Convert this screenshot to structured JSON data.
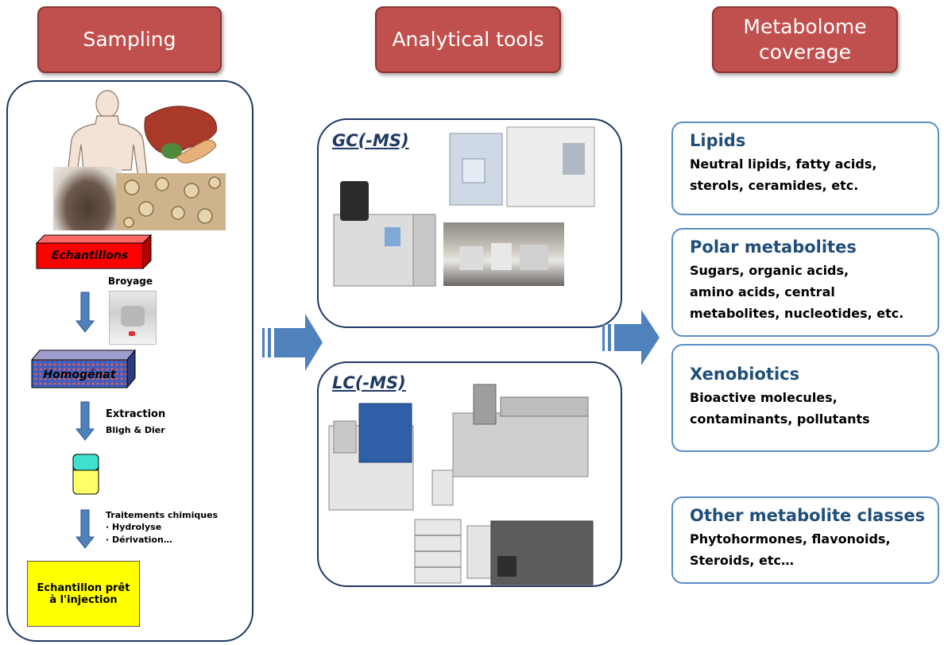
{
  "headers": {
    "sampling": "Sampling",
    "analytical": "Analytical tools",
    "metabolome_line1": "Metabolome",
    "metabolome_line2": "coverage"
  },
  "sampling": {
    "echantillons": "Echantillons",
    "broyage": "Broyage",
    "homogenat": "Homogénat",
    "extraction": "Extraction",
    "bligh": "Bligh & Dier",
    "traitements": "Traitements chimiques",
    "hydrolyse": "· Hydrolyse",
    "derivation": "· Dérivation…",
    "ready_line1": "Echantillon prêt",
    "ready_line2": "à l'injection"
  },
  "analytical": {
    "gc": "GC(-MS)",
    "lc": "LC(-MS)"
  },
  "coverage": [
    {
      "title": "Lipids",
      "desc": "Neutral lipids,  fatty acids,\nsterols, ceramides, etc."
    },
    {
      "title": "Polar metabolites",
      "desc": "Sugars, organic acids,\namino acids, central\nmetabolites, nucleotides, etc."
    },
    {
      "title": "Xenobiotics",
      "desc": "Bioactive molecules,\ncontaminants, pollutants"
    },
    {
      "title": "Other metabolite classes",
      "desc": "Phytohormones, flavonoids,\nSteroids, etc…"
    }
  ],
  "colors": {
    "header_fill": "#c0504d",
    "panel_border": "#1f3864",
    "coverage_border": "#5b8ec6",
    "coverage_title": "#1f4e79",
    "arrow": "#4f81bd",
    "echantillons_box": "#ff0000",
    "ready_box": "#ffff00"
  }
}
